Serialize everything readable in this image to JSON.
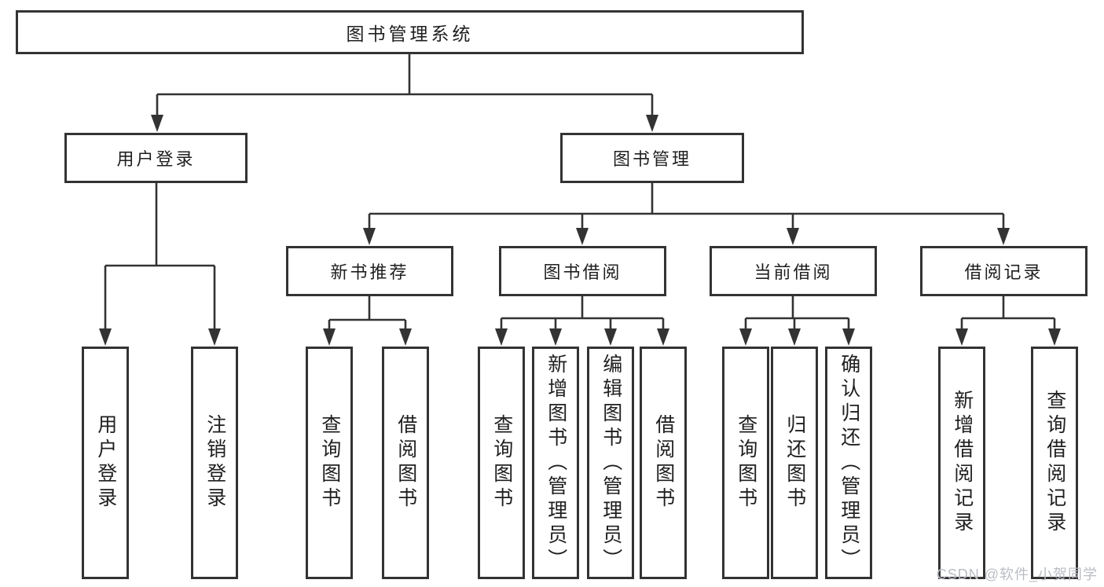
{
  "diagram": {
    "root": {
      "label": "图书管理系统"
    },
    "level2": [
      {
        "label": "用户登录"
      },
      {
        "label": "图书管理"
      }
    ],
    "level3": [
      {
        "label": "新书推荐"
      },
      {
        "label": "图书借阅"
      },
      {
        "label": "当前借阅"
      },
      {
        "label": "借阅记录"
      }
    ],
    "leaves": [
      {
        "label": "用户登录"
      },
      {
        "label": "注销登录"
      },
      {
        "label": "查询图书"
      },
      {
        "label": "借阅图书"
      },
      {
        "label": "查询图书"
      },
      {
        "label": "新增图书（管理员）"
      },
      {
        "label": "编辑图书（管理员）"
      },
      {
        "label": "借阅图书"
      },
      {
        "label": "查询图书"
      },
      {
        "label": "归还图书"
      },
      {
        "label": "确认归还（管理员）"
      },
      {
        "label": "新增借阅记录"
      },
      {
        "label": "查询借阅记录"
      }
    ],
    "colors": {
      "line": "#333333",
      "text": "#1f1f1f",
      "background": "#ffffff",
      "watermark": "#b9bdc4"
    }
  },
  "watermark": {
    "text": "CSDN @软件_小贺同学"
  }
}
